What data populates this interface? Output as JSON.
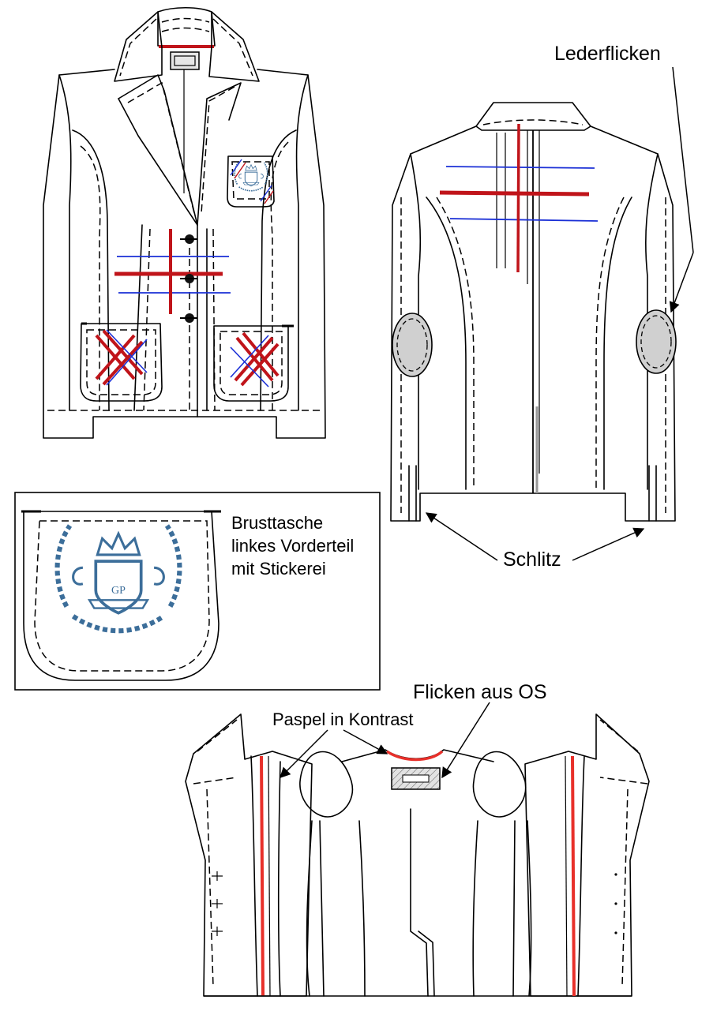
{
  "labels": {
    "lederflicken": "Lederflicken",
    "schlitz": "Schlitz",
    "flicken": "Flicken aus OS",
    "paspel": "Paspel in Kontrast",
    "pocket_line1": "Brusttasche",
    "pocket_line2": "linkes Vorderteil",
    "pocket_line3": "mit Stickerei",
    "monogram": "GP"
  },
  "colors": {
    "outline": "#000000",
    "accent_red": "#c0141a",
    "piping_red": "#e8302a",
    "check_blue": "#1a2fd6",
    "embroidery_blue": "#3c6e9a",
    "patch_gray": "#d0d0d0"
  },
  "icons": {
    "crest": "embroidered-crest-icon",
    "button": "button-icon",
    "arrow": "arrowhead-icon"
  }
}
